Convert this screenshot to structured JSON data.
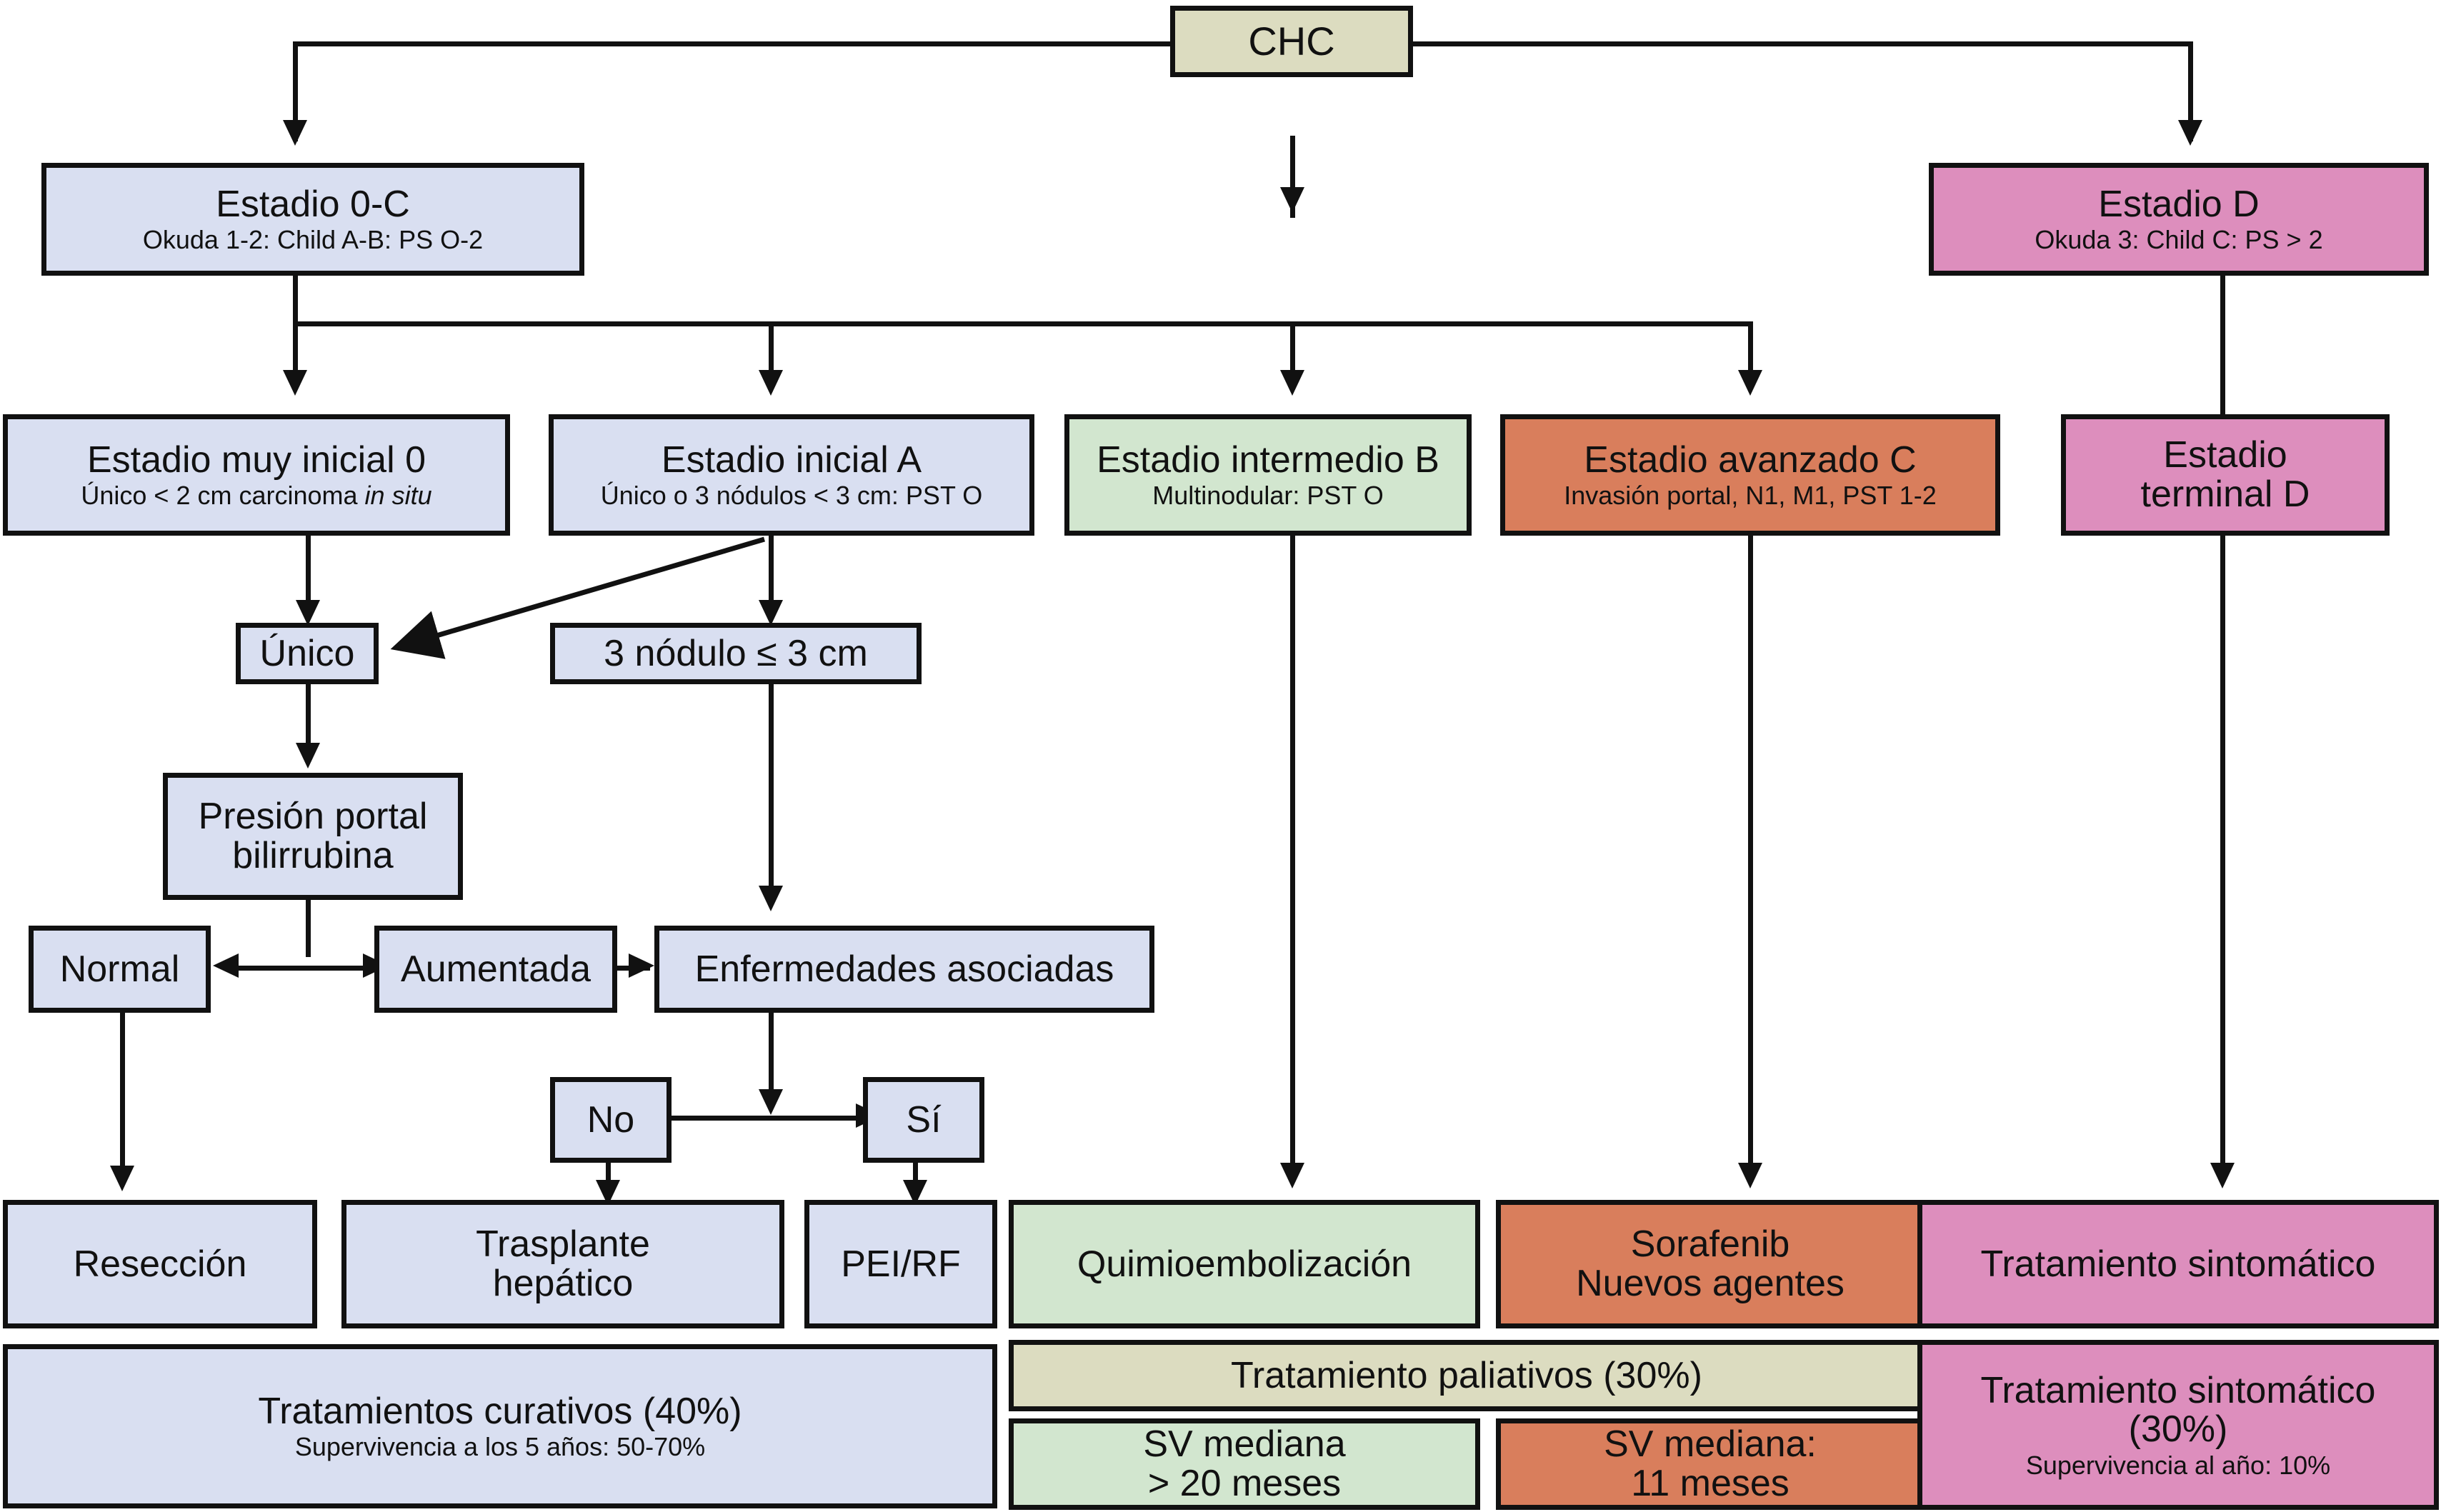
{
  "diagram": {
    "title": "CHC",
    "root": {
      "label": "CHC"
    },
    "stage_groups": [
      {
        "id": "estadio-0-c",
        "title": "Estadio 0-C",
        "subtitle": "Okuda 1-2: Child A-B: PS O-2",
        "color": "#d9dff1"
      },
      {
        "id": "estadio-d",
        "title": "Estadio D",
        "subtitle": "Okuda 3: Child C: PS > 2",
        "color": "#dd8ebd"
      }
    ],
    "stages": [
      {
        "id": "estadio-muy-inicial-0",
        "title": "Estadio muy inicial 0",
        "subtitle_pre": "Único < 2 cm carcinoma ",
        "subtitle_italic": "in situ",
        "color": "#d9dff1"
      },
      {
        "id": "estadio-inicial-a",
        "title": "Estadio inicial A",
        "subtitle": "Único o 3 nódulos < 3 cm: PST O",
        "color": "#d9dff1"
      },
      {
        "id": "estadio-intermedio-b",
        "title": "Estadio intermedio B",
        "subtitle": "Multinodular: PST O",
        "color": "#d2e6cf"
      },
      {
        "id": "estadio-avanzado-c",
        "title": "Estadio avanzado C",
        "subtitle": "Invasión portal, N1, M1, PST 1-2",
        "color": "#d97e5c"
      },
      {
        "id": "estadio-terminal-d",
        "title_line1": "Estadio",
        "title_line2": "terminal D",
        "color": "#dd8ebd"
      }
    ],
    "decisions": {
      "unico": "Único",
      "tres_nodulo": "3 nódulo ≤ 3 cm",
      "presion_portal_line1": "Presión portal",
      "presion_portal_line2": "bilirrubina",
      "normal": "Normal",
      "aumentada": "Aumentada",
      "enfermedades_asociadas": "Enfermedades asociadas",
      "no": "No",
      "si": "Sí"
    },
    "treatments": [
      {
        "id": "reseccion",
        "label": "Resección",
        "color": "#d9dff1"
      },
      {
        "id": "trasplante-hepatico",
        "line1": "Trasplante",
        "line2": "hepático",
        "color": "#d9dff1"
      },
      {
        "id": "pei-rf",
        "label": "PEI/RF",
        "color": "#d9dff1"
      },
      {
        "id": "quimioembolizacion",
        "label": "Quimioembolización",
        "color": "#d2e6cf"
      },
      {
        "id": "sorafenib",
        "line1": "Sorafenib",
        "line2": "Nuevos agentes",
        "color": "#d97e5c"
      },
      {
        "id": "tratamiento-sintomatico",
        "label": "Tratamiento sintomático",
        "color": "#dd8ebd"
      }
    ],
    "summaries": [
      {
        "id": "tratamientos-curativos",
        "title": "Tratamientos curativos (40%)",
        "subtitle": "Supervivencia a los 5 años: 50-70%",
        "color": "#d9dff1"
      },
      {
        "id": "tratamiento-paliativos",
        "title": "Tratamiento paliativos (30%)",
        "color": "#dcdcc0"
      },
      {
        "id": "sv-mediana-20",
        "line1": "SV mediana",
        "line2": "> 20 meses",
        "color": "#d2e6cf"
      },
      {
        "id": "sv-mediana-11",
        "line1": "SV mediana:",
        "line2": "11 meses",
        "color": "#d97e5c"
      },
      {
        "id": "tratamiento-sintomatico-30",
        "title_line1": "Tratamiento sintomático",
        "title_line2": "(30%)",
        "subtitle": "Supervivencia al año: 10%",
        "color": "#dd8ebd"
      }
    ],
    "colors": {
      "blue": "#d9dff1",
      "khaki": "#dcdcc0",
      "pink": "#dd8ebd",
      "green": "#d2e6cf",
      "orange": "#d97e5c",
      "stroke": "#111111"
    }
  }
}
